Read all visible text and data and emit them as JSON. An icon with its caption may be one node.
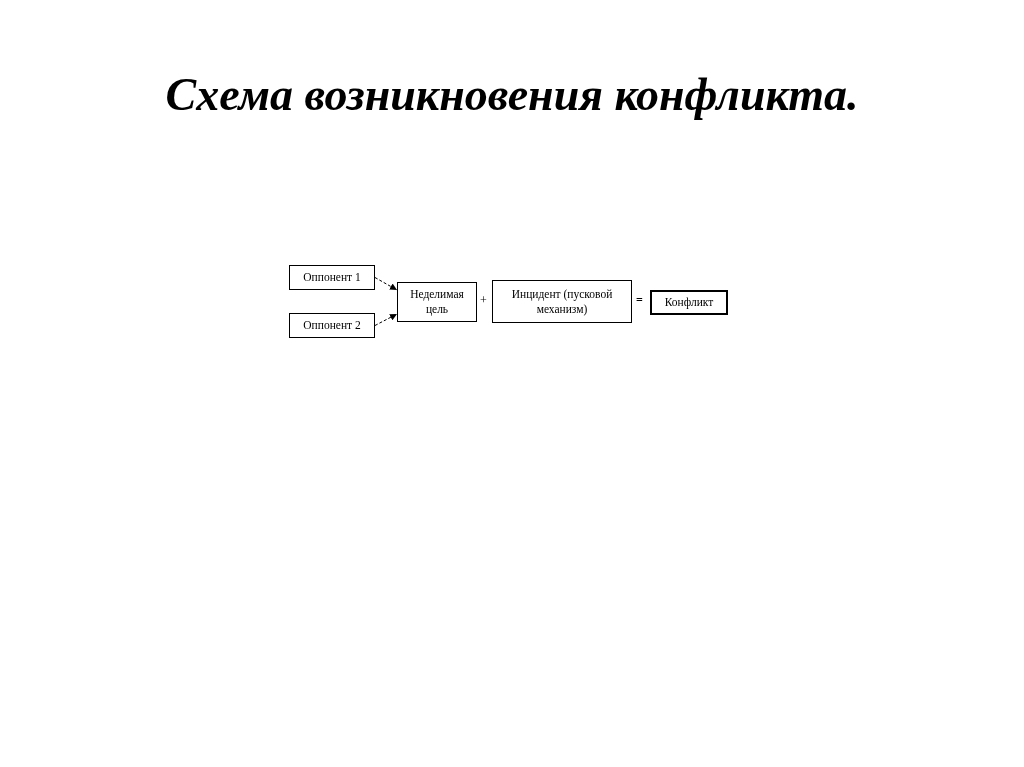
{
  "diagram": {
    "title": "Схема возникновения конфликта.",
    "nodes": [
      {
        "text": [
          "Оппонент 1"
        ]
      },
      {
        "text": [
          "Оппонент 2"
        ]
      },
      {
        "text": [
          "Неделимая цель"
        ]
      },
      {
        "text": [
          "Инцидент (пусковой механизм)"
        ]
      },
      {
        "text": [
          "Конфликт"
        ]
      }
    ],
    "edges": [
      {
        "from": 0,
        "to": 2,
        "arrow": "to",
        "style": "dashed"
      },
      {
        "from": 1,
        "to": 2,
        "arrow": "to",
        "style": "dashed"
      }
    ],
    "labels": [
      "+",
      "="
    ]
  }
}
